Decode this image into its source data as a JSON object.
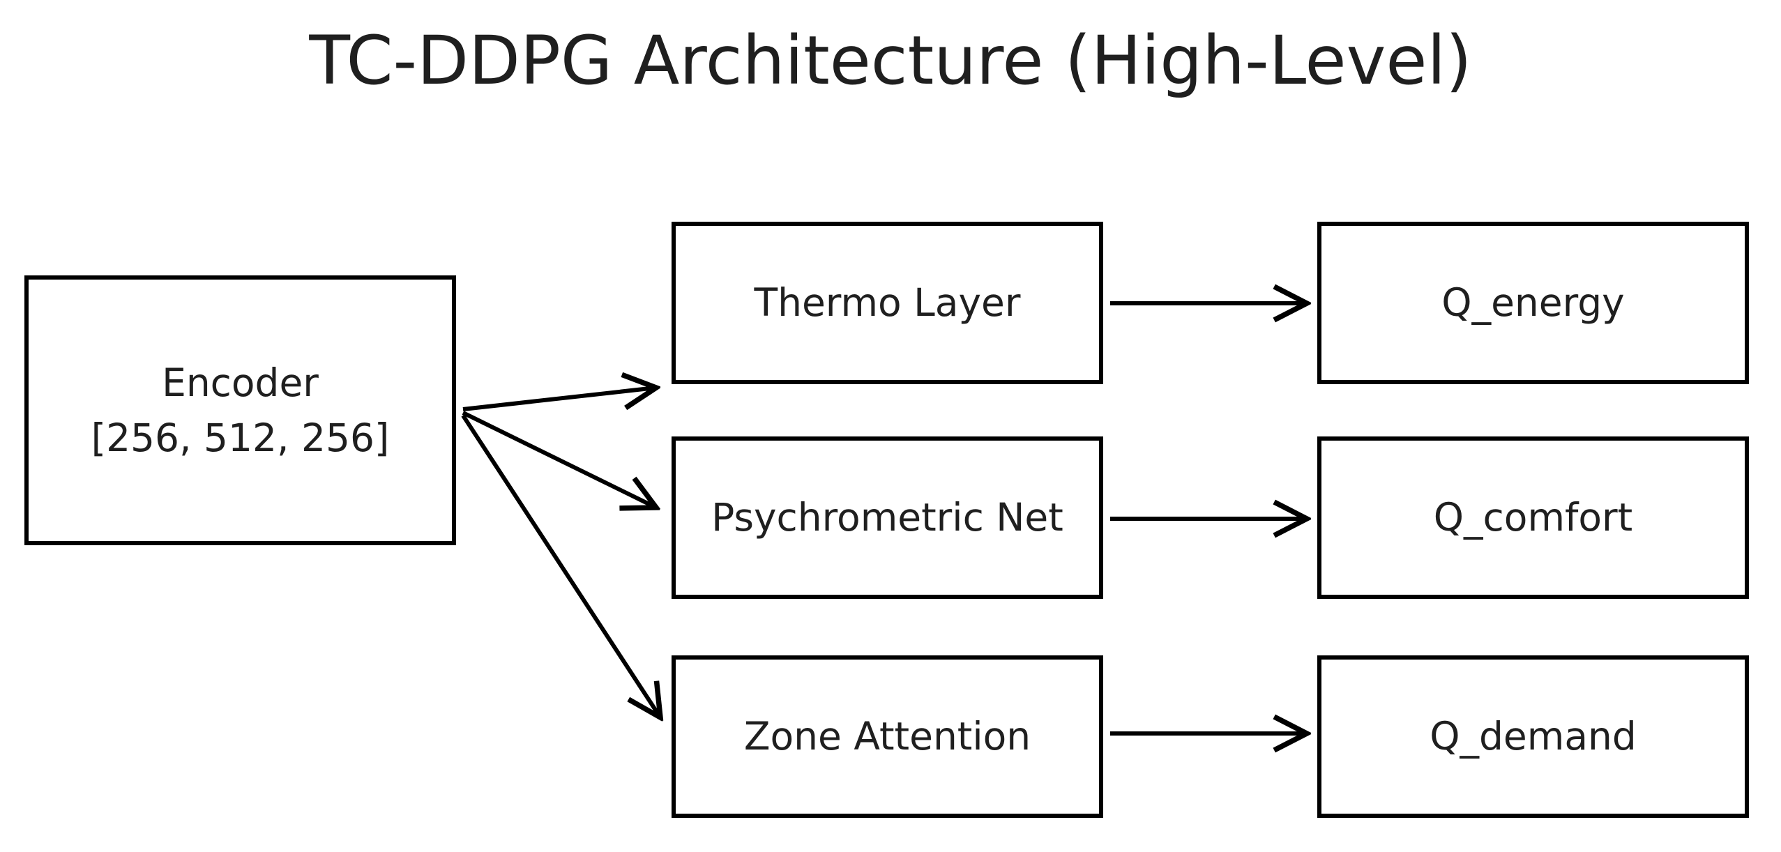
{
  "title": "TC-DDPG Architecture (High-Level)",
  "nodes": {
    "encoder": {
      "line1": "Encoder",
      "line2": "[256, 512, 256]"
    },
    "middle": [
      {
        "label": "Thermo Layer"
      },
      {
        "label": "Psychrometric Net"
      },
      {
        "label": "Zone Attention"
      }
    ],
    "outputs": [
      {
        "label": "Q_energy"
      },
      {
        "label": "Q_comfort"
      },
      {
        "label": "Q_demand"
      }
    ]
  },
  "edges": [
    {
      "from": "Encoder",
      "to": "Thermo Layer"
    },
    {
      "from": "Encoder",
      "to": "Psychrometric Net"
    },
    {
      "from": "Encoder",
      "to": "Zone Attention"
    },
    {
      "from": "Thermo Layer",
      "to": "Q_energy"
    },
    {
      "from": "Psychrometric Net",
      "to": "Q_comfort"
    },
    {
      "from": "Zone Attention",
      "to": "Q_demand"
    }
  ],
  "colors": {
    "background": "#ffffff",
    "box_border": "#000000",
    "arrow": "#000000",
    "text": "#1f1f1f"
  }
}
